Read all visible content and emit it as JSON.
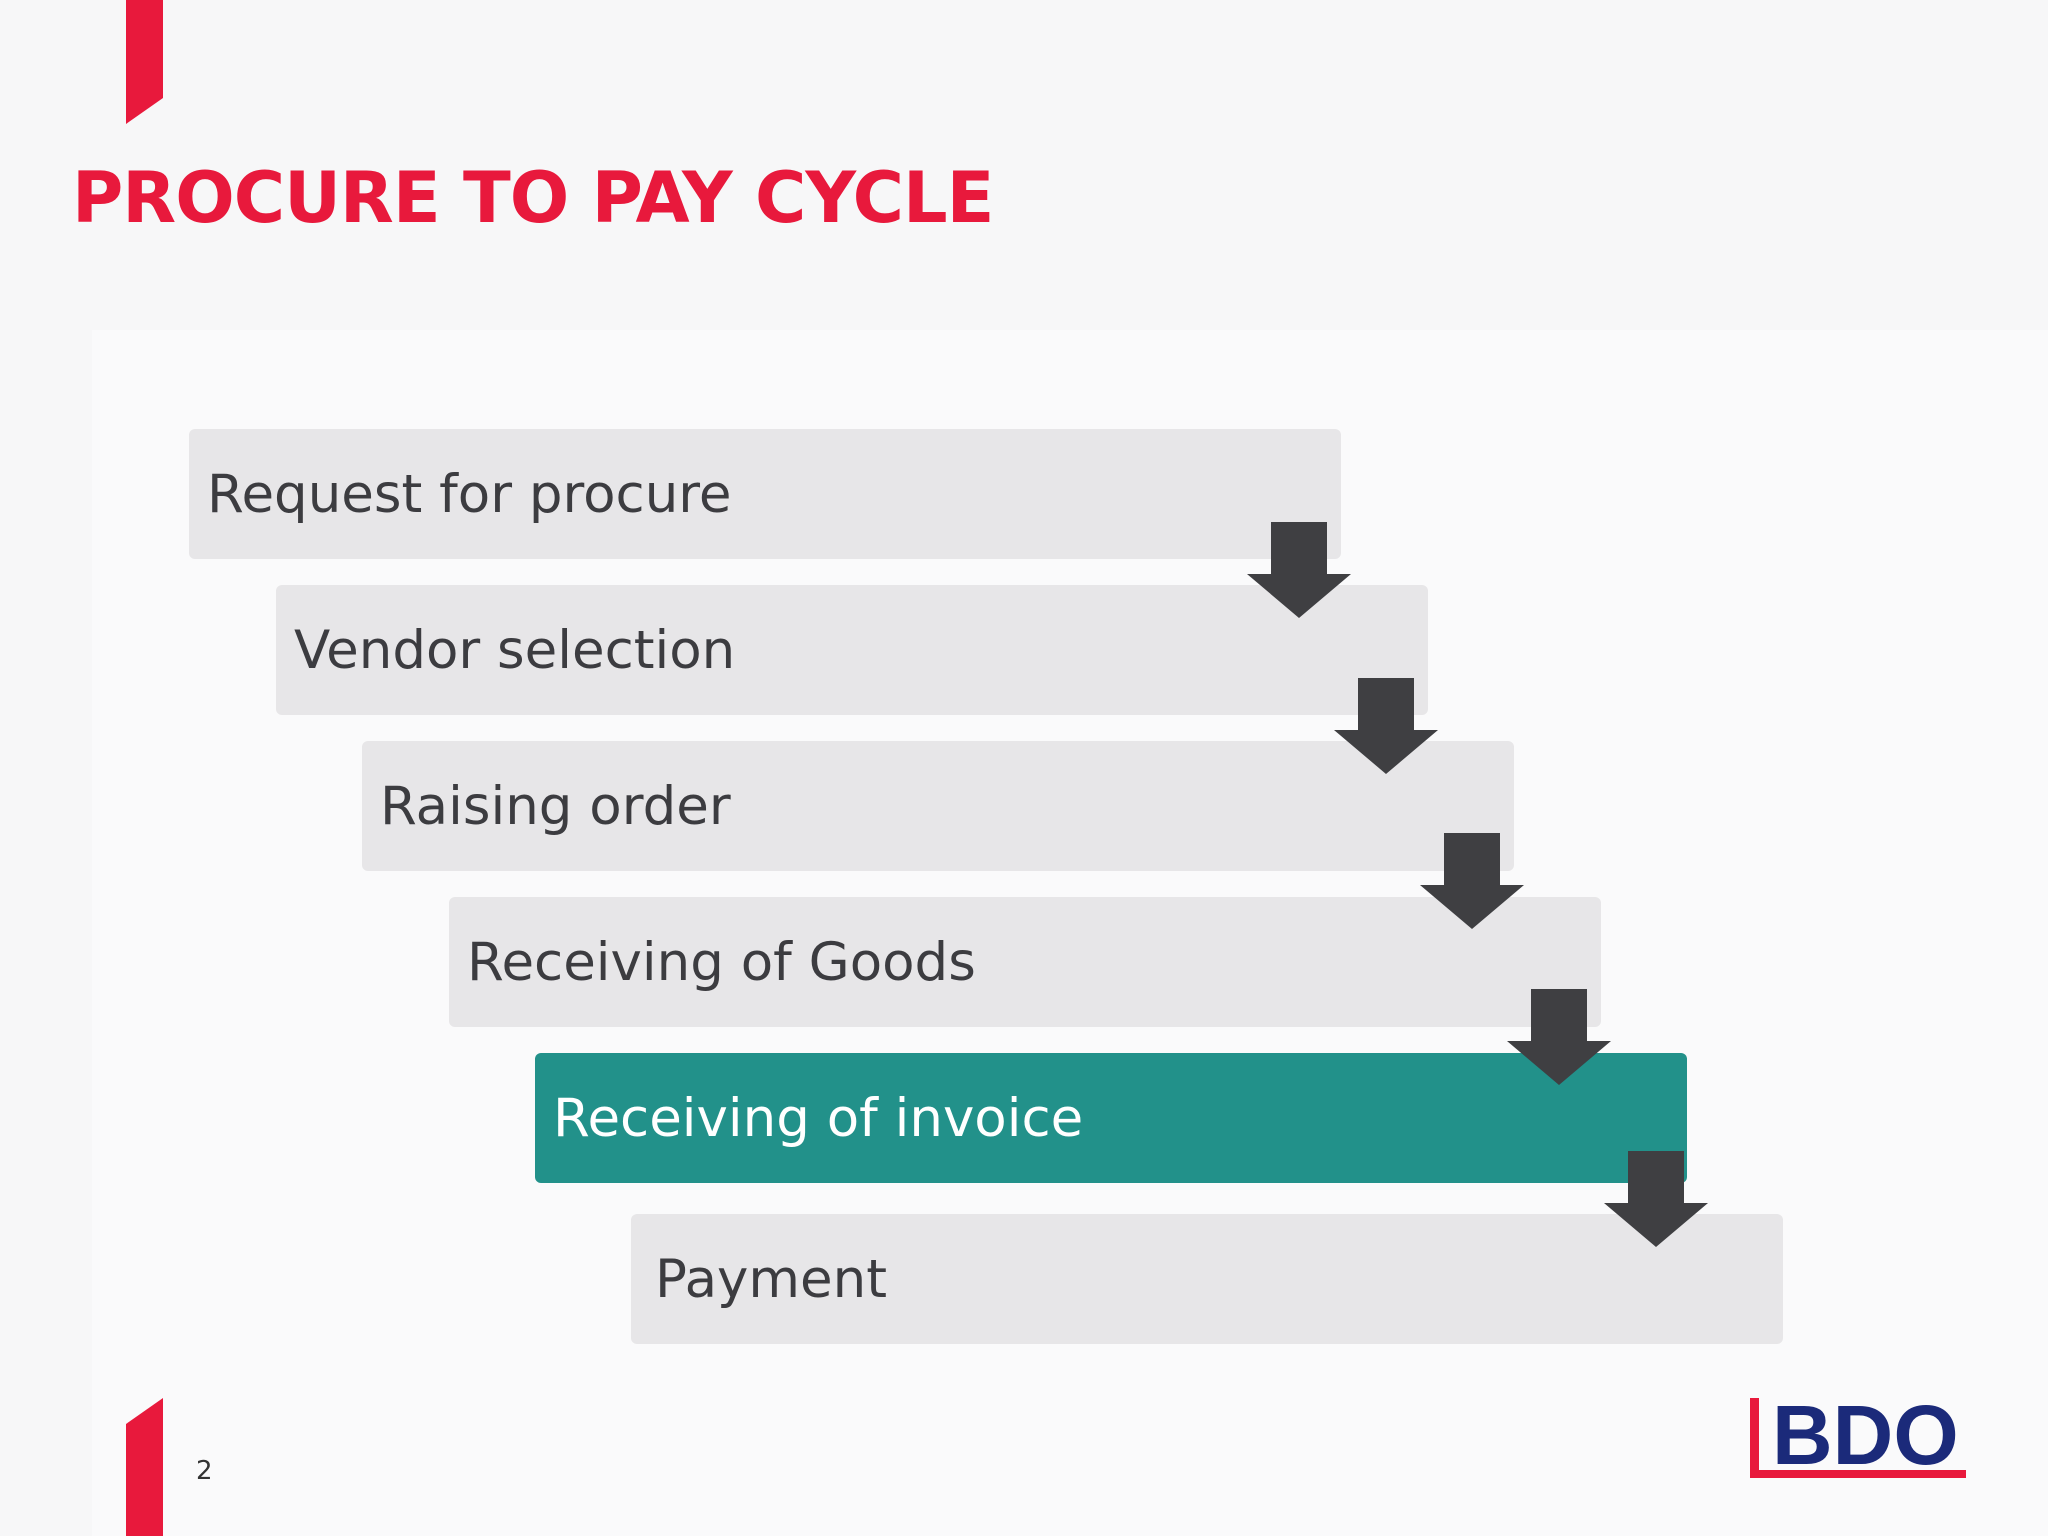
{
  "slide": {
    "title": "PROCURE TO PAY CYCLE",
    "page_number": "2"
  },
  "colors": {
    "accent_red": "#e8193c",
    "step_gray": "#e7e6e8",
    "step_text": "#3c3c40",
    "highlight_teal": "#22918a",
    "highlight_text": "#ffffff",
    "arrow": "#3f3f42",
    "logo_blue": "#1b2a7a"
  },
  "steps": [
    {
      "label": "Request for procure",
      "highlighted": false
    },
    {
      "label": "Vendor selection",
      "highlighted": false
    },
    {
      "label": "Raising order",
      "highlighted": false
    },
    {
      "label": "Receiving of Goods",
      "highlighted": false
    },
    {
      "label": "Receiving of invoice",
      "highlighted": true
    },
    {
      "label": "Payment",
      "highlighted": false
    }
  ],
  "logo": {
    "text": "BDO"
  }
}
